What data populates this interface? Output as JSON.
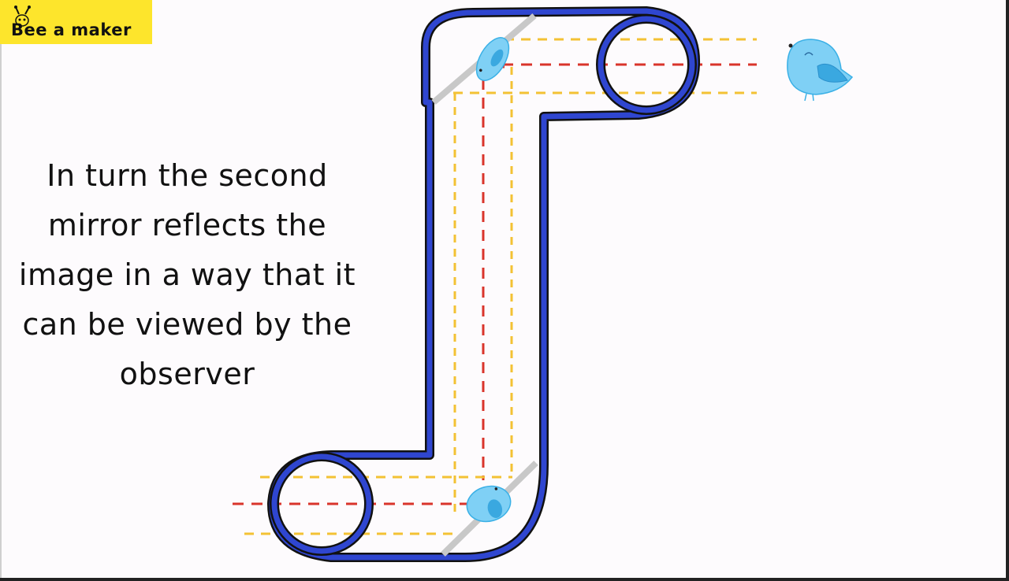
{
  "logo": {
    "text": "Bee a maker",
    "icon": "bee-icon",
    "background": "#fde52c"
  },
  "caption": {
    "lines": [
      "In turn the second",
      "mirror reflects the",
      "image in a way that it",
      "can be viewed by the",
      "observer"
    ]
  },
  "diagram": {
    "subject": "periscope",
    "elements": [
      "periscope-tube",
      "top-lens",
      "bottom-lens",
      "top-mirror",
      "bottom-mirror",
      "bird-object",
      "bird-reflection-top",
      "bird-reflection-bottom",
      "light-rays"
    ],
    "colors": {
      "tube": "#2f46d0",
      "outline": "#111111",
      "mirror": "#c8c8c8",
      "ray_center": "#d9342b",
      "ray_edge": "#f3c234",
      "bird": "#7fd0f5"
    }
  }
}
